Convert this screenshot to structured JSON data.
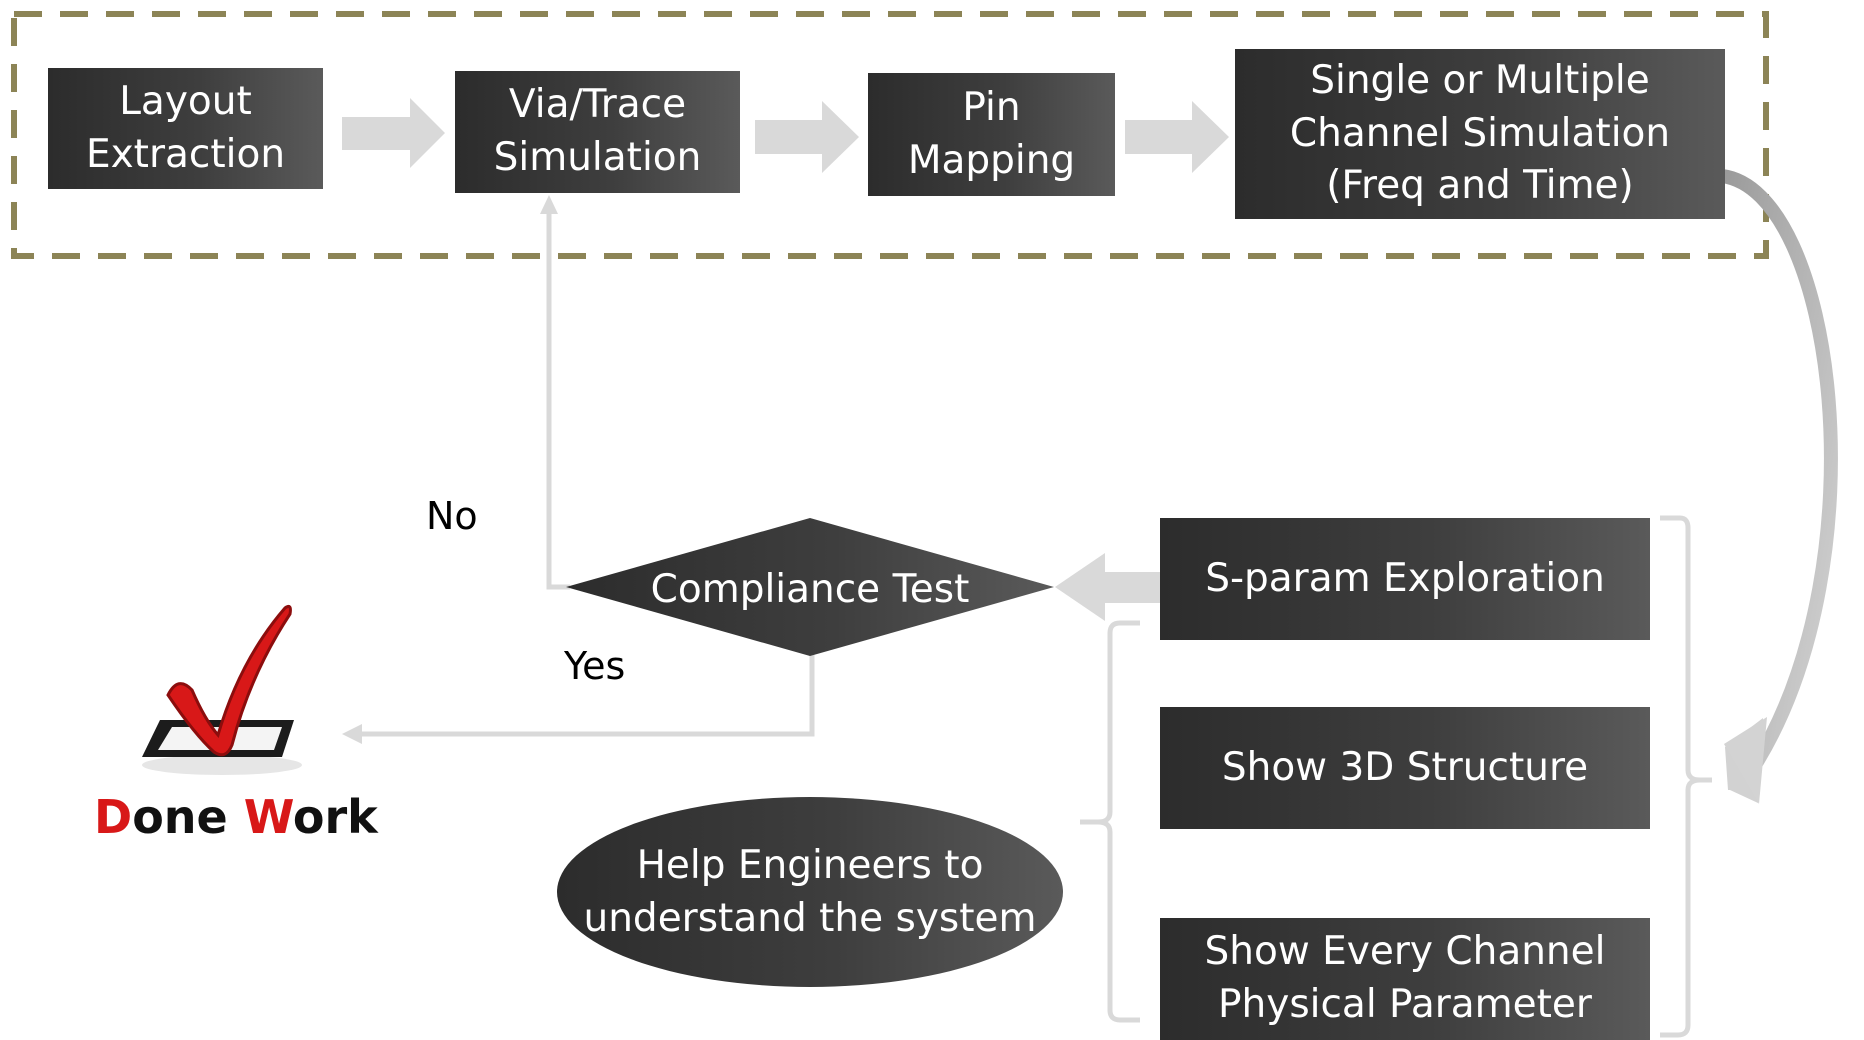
{
  "steps": {
    "layout_extraction": "Layout\nExtraction",
    "via_trace": "Via/Trace\nSimulation",
    "pin_mapping": "Pin\nMapping",
    "channel_sim": "Single or Multiple\nChannel Simulation\n(Freq and Time)"
  },
  "decision": {
    "label": "Compliance Test",
    "no": "No",
    "yes": "Yes"
  },
  "tools": {
    "sparam": "S-param Exploration",
    "structure_3d": "Show 3D Structure",
    "physical_param": "Show Every Channel\nPhysical Parameter"
  },
  "goal": "Help Engineers to\nunderstand the system",
  "done": {
    "first_letter": "D",
    "first_rest": "one ",
    "second_letter": "W",
    "second_rest": "ork"
  },
  "colors": {
    "dash_border": "#8c8456",
    "box_dark": "#333333",
    "arrow_gray": "#d9d9d9",
    "check_red": "#d81818"
  }
}
